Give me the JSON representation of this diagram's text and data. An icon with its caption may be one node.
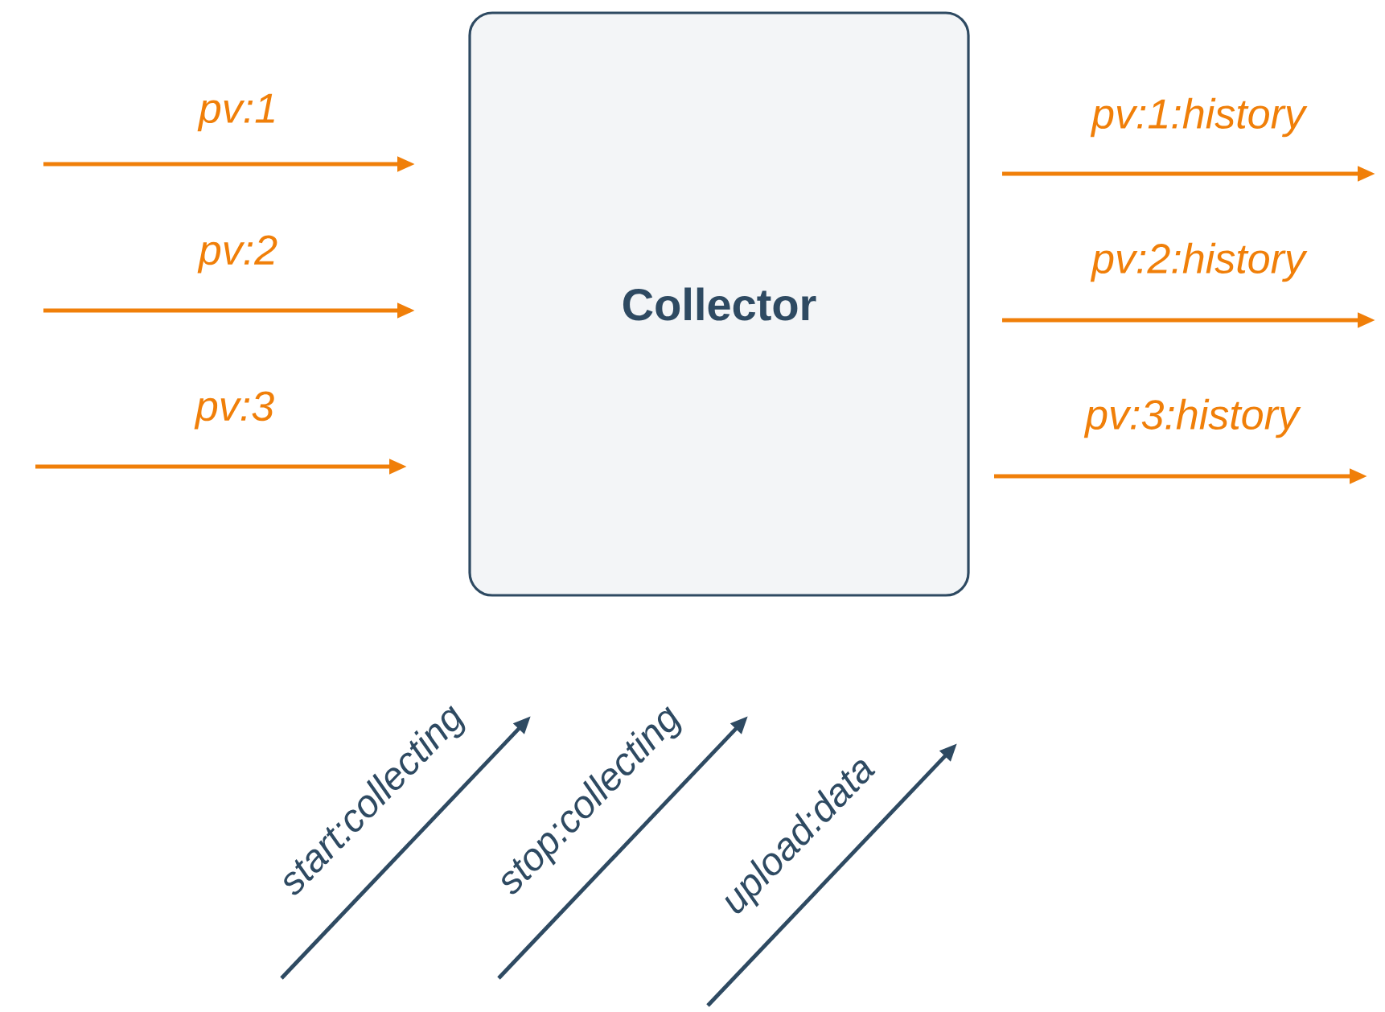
{
  "diagram": {
    "nodes": [
      {
        "text": [
          "Collector"
        ]
      }
    ],
    "labels": [
      "pv:1",
      "pv:1:history",
      "pv:2",
      "pv:2:history",
      "pv:3",
      "pv:3:history",
      "start:collecting",
      "stop:collecting",
      "upload:data"
    ]
  }
}
